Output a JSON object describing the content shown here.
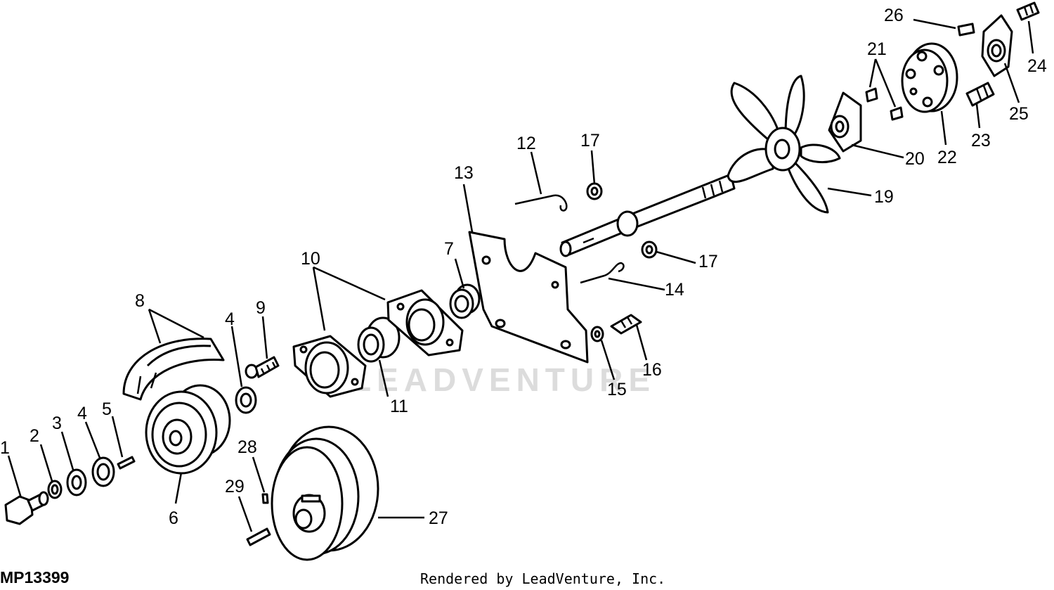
{
  "watermark": "LEADVENTURE",
  "diagram_id": "MP13399",
  "credit": "Rendered by LeadVenture, Inc.",
  "callouts": [
    {
      "id": "c1",
      "label": "1"
    },
    {
      "id": "c2",
      "label": "2"
    },
    {
      "id": "c3",
      "label": "3"
    },
    {
      "id": "c4a",
      "label": "4"
    },
    {
      "id": "c5",
      "label": "5"
    },
    {
      "id": "c6",
      "label": "6"
    },
    {
      "id": "c4b",
      "label": "4"
    },
    {
      "id": "c7",
      "label": "7"
    },
    {
      "id": "c8",
      "label": "8"
    },
    {
      "id": "c9",
      "label": "9"
    },
    {
      "id": "c10",
      "label": "10"
    },
    {
      "id": "c11",
      "label": "11"
    },
    {
      "id": "c12",
      "label": "12"
    },
    {
      "id": "c13",
      "label": "13"
    },
    {
      "id": "c14",
      "label": "14"
    },
    {
      "id": "c15",
      "label": "15"
    },
    {
      "id": "c16",
      "label": "16"
    },
    {
      "id": "c17a",
      "label": "17"
    },
    {
      "id": "c17b",
      "label": "17"
    },
    {
      "id": "c19",
      "label": "19"
    },
    {
      "id": "c20",
      "label": "20"
    },
    {
      "id": "c21",
      "label": "21"
    },
    {
      "id": "c22",
      "label": "22"
    },
    {
      "id": "c23",
      "label": "23"
    },
    {
      "id": "c24",
      "label": "24"
    },
    {
      "id": "c25",
      "label": "25"
    },
    {
      "id": "c26",
      "label": "26"
    },
    {
      "id": "c27",
      "label": "27"
    },
    {
      "id": "c28",
      "label": "28"
    },
    {
      "id": "c29",
      "label": "29"
    }
  ]
}
